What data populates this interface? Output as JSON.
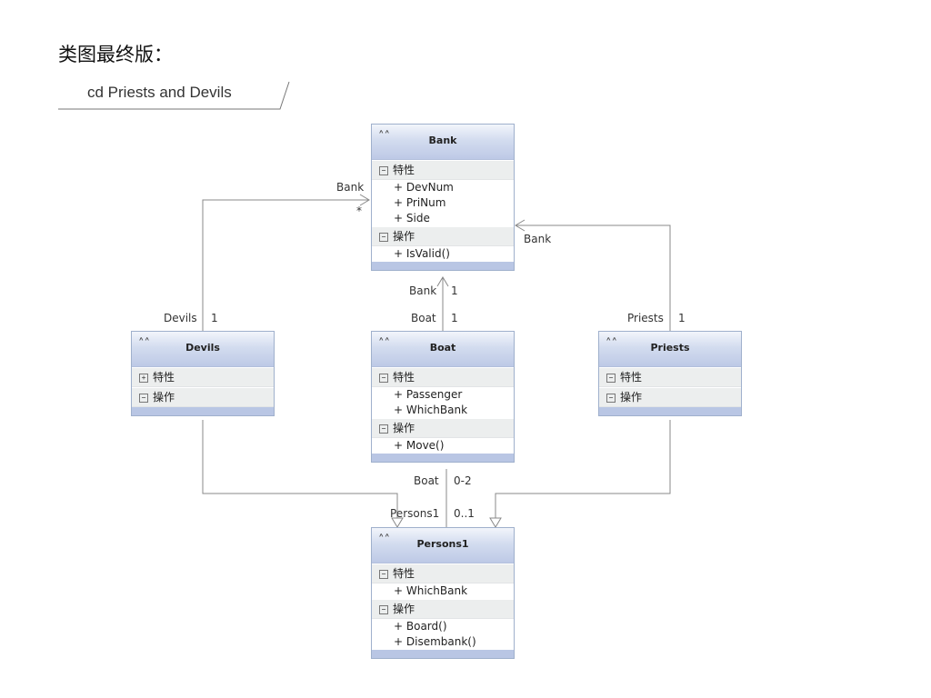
{
  "heading": "类图最终版：",
  "frame_label": "cd Priests and Devils",
  "section_labels": {
    "attributes": "特性",
    "operations": "操作"
  },
  "classes": {
    "bank": {
      "name": "Bank",
      "attributes": [
        "+ DevNum",
        "+ PriNum",
        "+ Side"
      ],
      "operations": [
        "+ IsValid()"
      ]
    },
    "boat": {
      "name": "Boat",
      "attributes": [
        "+ Passenger",
        "+ WhichBank"
      ],
      "operations": [
        "+ Move()"
      ]
    },
    "devils": {
      "name": "Devils"
    },
    "priests": {
      "name": "Priests"
    },
    "persons1": {
      "name": "Persons1",
      "attributes": [
        "+ WhichBank"
      ],
      "operations": [
        "+ Board()",
        "+ Disembank()"
      ]
    }
  },
  "associations": {
    "devils_bank": {
      "bank_role": "Bank",
      "bank_mult": "*",
      "devils_role": "Devils",
      "devils_mult": "1"
    },
    "boat_bank": {
      "bank_role": "Bank",
      "bank_mult": "1",
      "boat_role": "Boat",
      "boat_mult": "1"
    },
    "priests_bank": {
      "bank_role": "Bank",
      "priests_role": "Priests",
      "priests_mult": "1"
    },
    "boat_persons": {
      "boat_role": "Boat",
      "boat_mult": "0-2",
      "persons_role": "Persons1",
      "persons_mult": "0..1"
    }
  },
  "colors": {
    "header_top": "#f2f5fb",
    "header_bottom": "#bdc9e6",
    "border": "#9fb0cc",
    "line": "#888888"
  }
}
